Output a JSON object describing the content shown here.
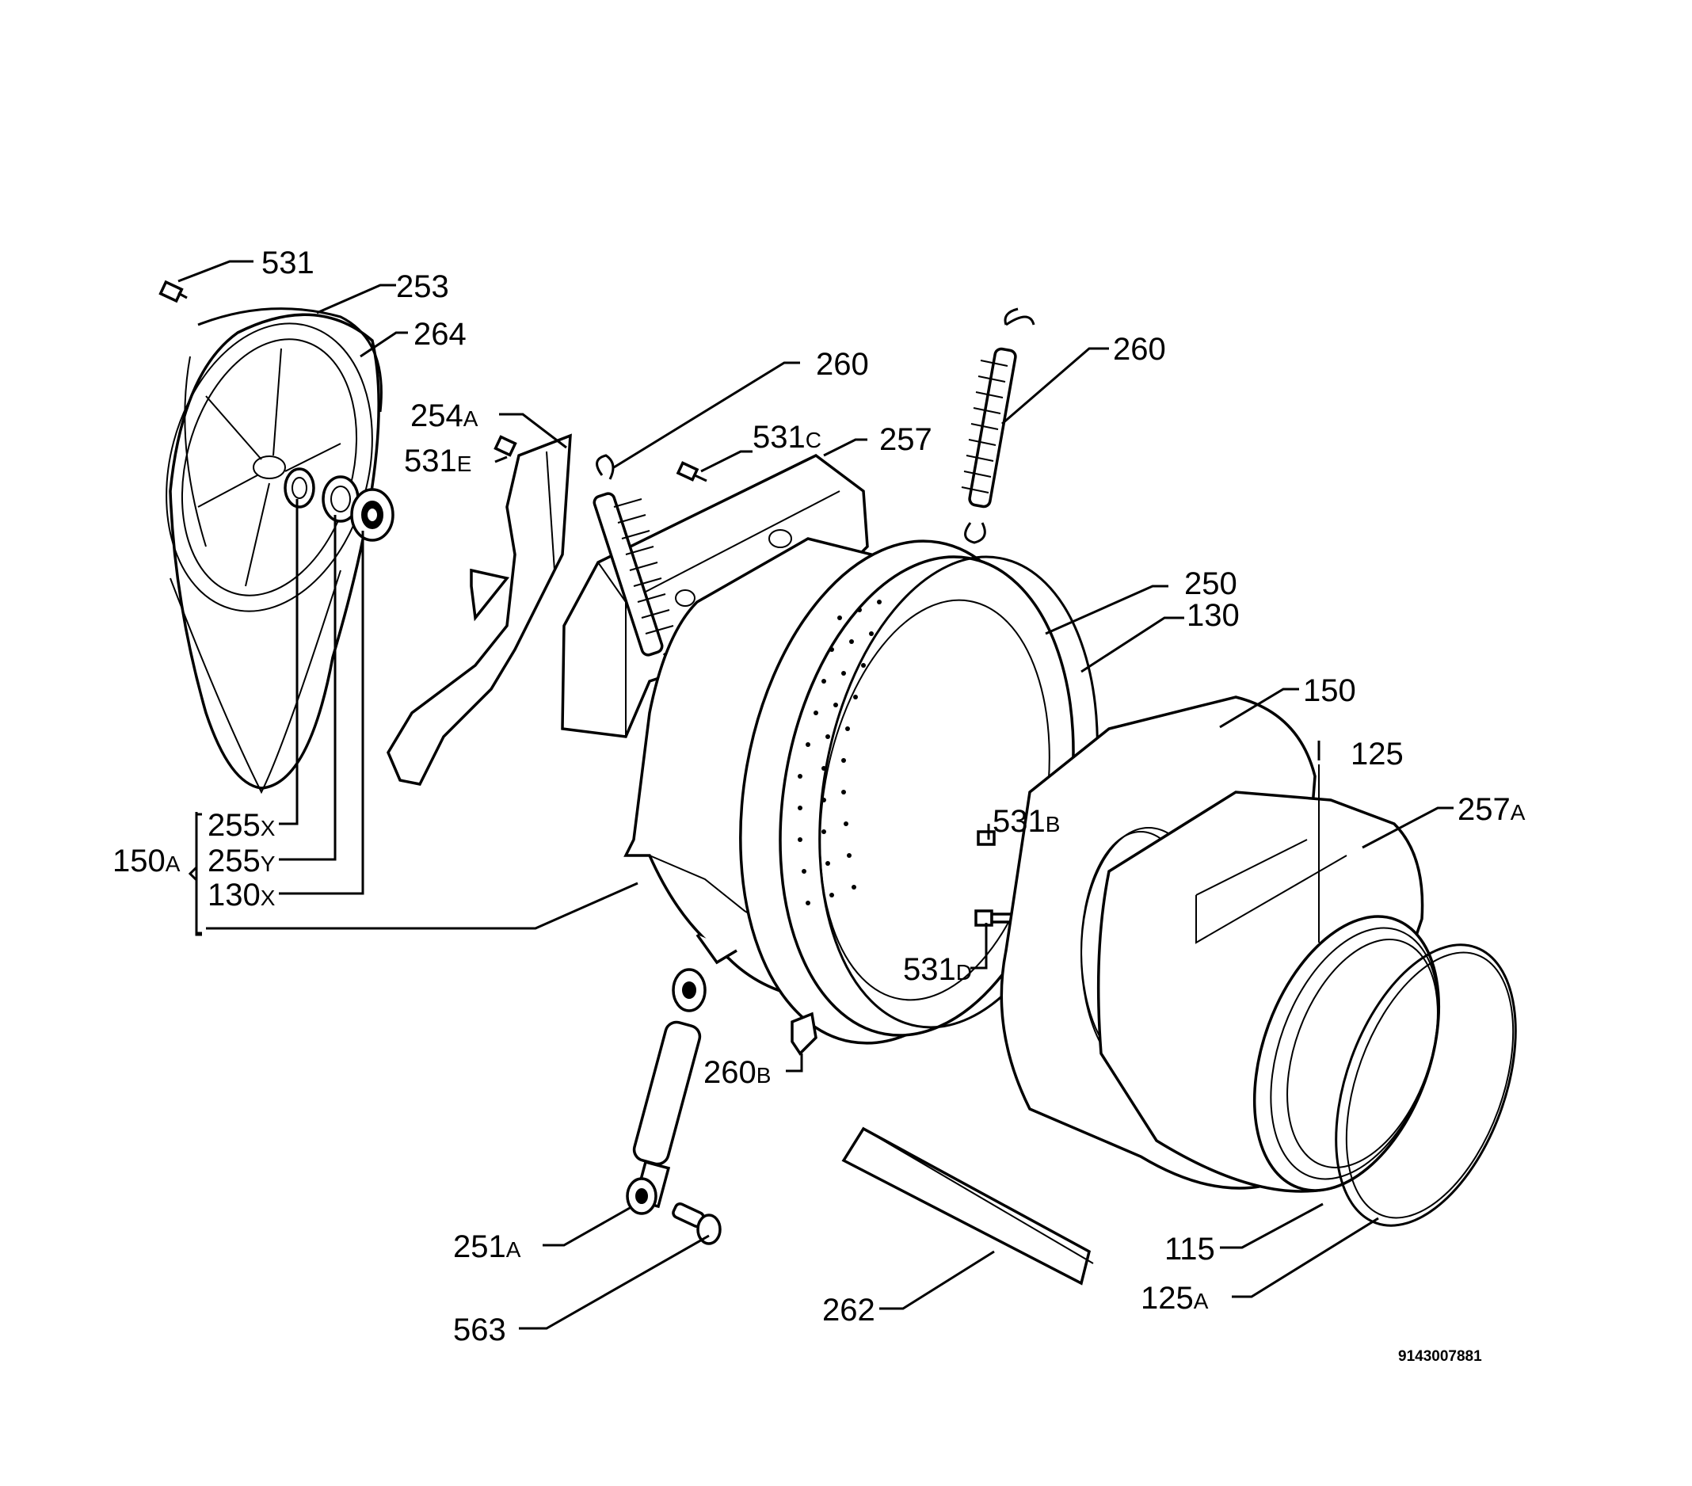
{
  "labels": {
    "l531": {
      "num": "531",
      "suf": ""
    },
    "l253": {
      "num": "253",
      "suf": ""
    },
    "l264": {
      "num": "264",
      "suf": ""
    },
    "l254A": {
      "num": "254",
      "suf": "A"
    },
    "l531E": {
      "num": "531",
      "suf": "E"
    },
    "l260a": {
      "num": "260",
      "suf": ""
    },
    "l531C": {
      "num": "531",
      "suf": "C"
    },
    "l257": {
      "num": "257",
      "suf": ""
    },
    "l260b": {
      "num": "260",
      "suf": ""
    },
    "l250": {
      "num": "250",
      "suf": ""
    },
    "l130": {
      "num": "130",
      "suf": ""
    },
    "l150": {
      "num": "150",
      "suf": ""
    },
    "l125": {
      "num": "125",
      "suf": ""
    },
    "l257A": {
      "num": "257",
      "suf": "A"
    },
    "l531B": {
      "num": "531",
      "suf": "B"
    },
    "l531D": {
      "num": "531",
      "suf": "D"
    },
    "l255X": {
      "num": "255",
      "suf": "X"
    },
    "l255Y": {
      "num": "255",
      "suf": "Y"
    },
    "l130X": {
      "num": "130",
      "suf": "X"
    },
    "l150A": {
      "num": "150",
      "suf": "A"
    },
    "l260B": {
      "num": "260",
      "suf": "B"
    },
    "l251A": {
      "num": "251",
      "suf": "A"
    },
    "l563": {
      "num": "563",
      "suf": ""
    },
    "l262": {
      "num": "262",
      "suf": ""
    },
    "l115": {
      "num": "115",
      "suf": ""
    },
    "l125A": {
      "num": "125",
      "suf": "A"
    }
  },
  "drawing_code": "9143007881"
}
